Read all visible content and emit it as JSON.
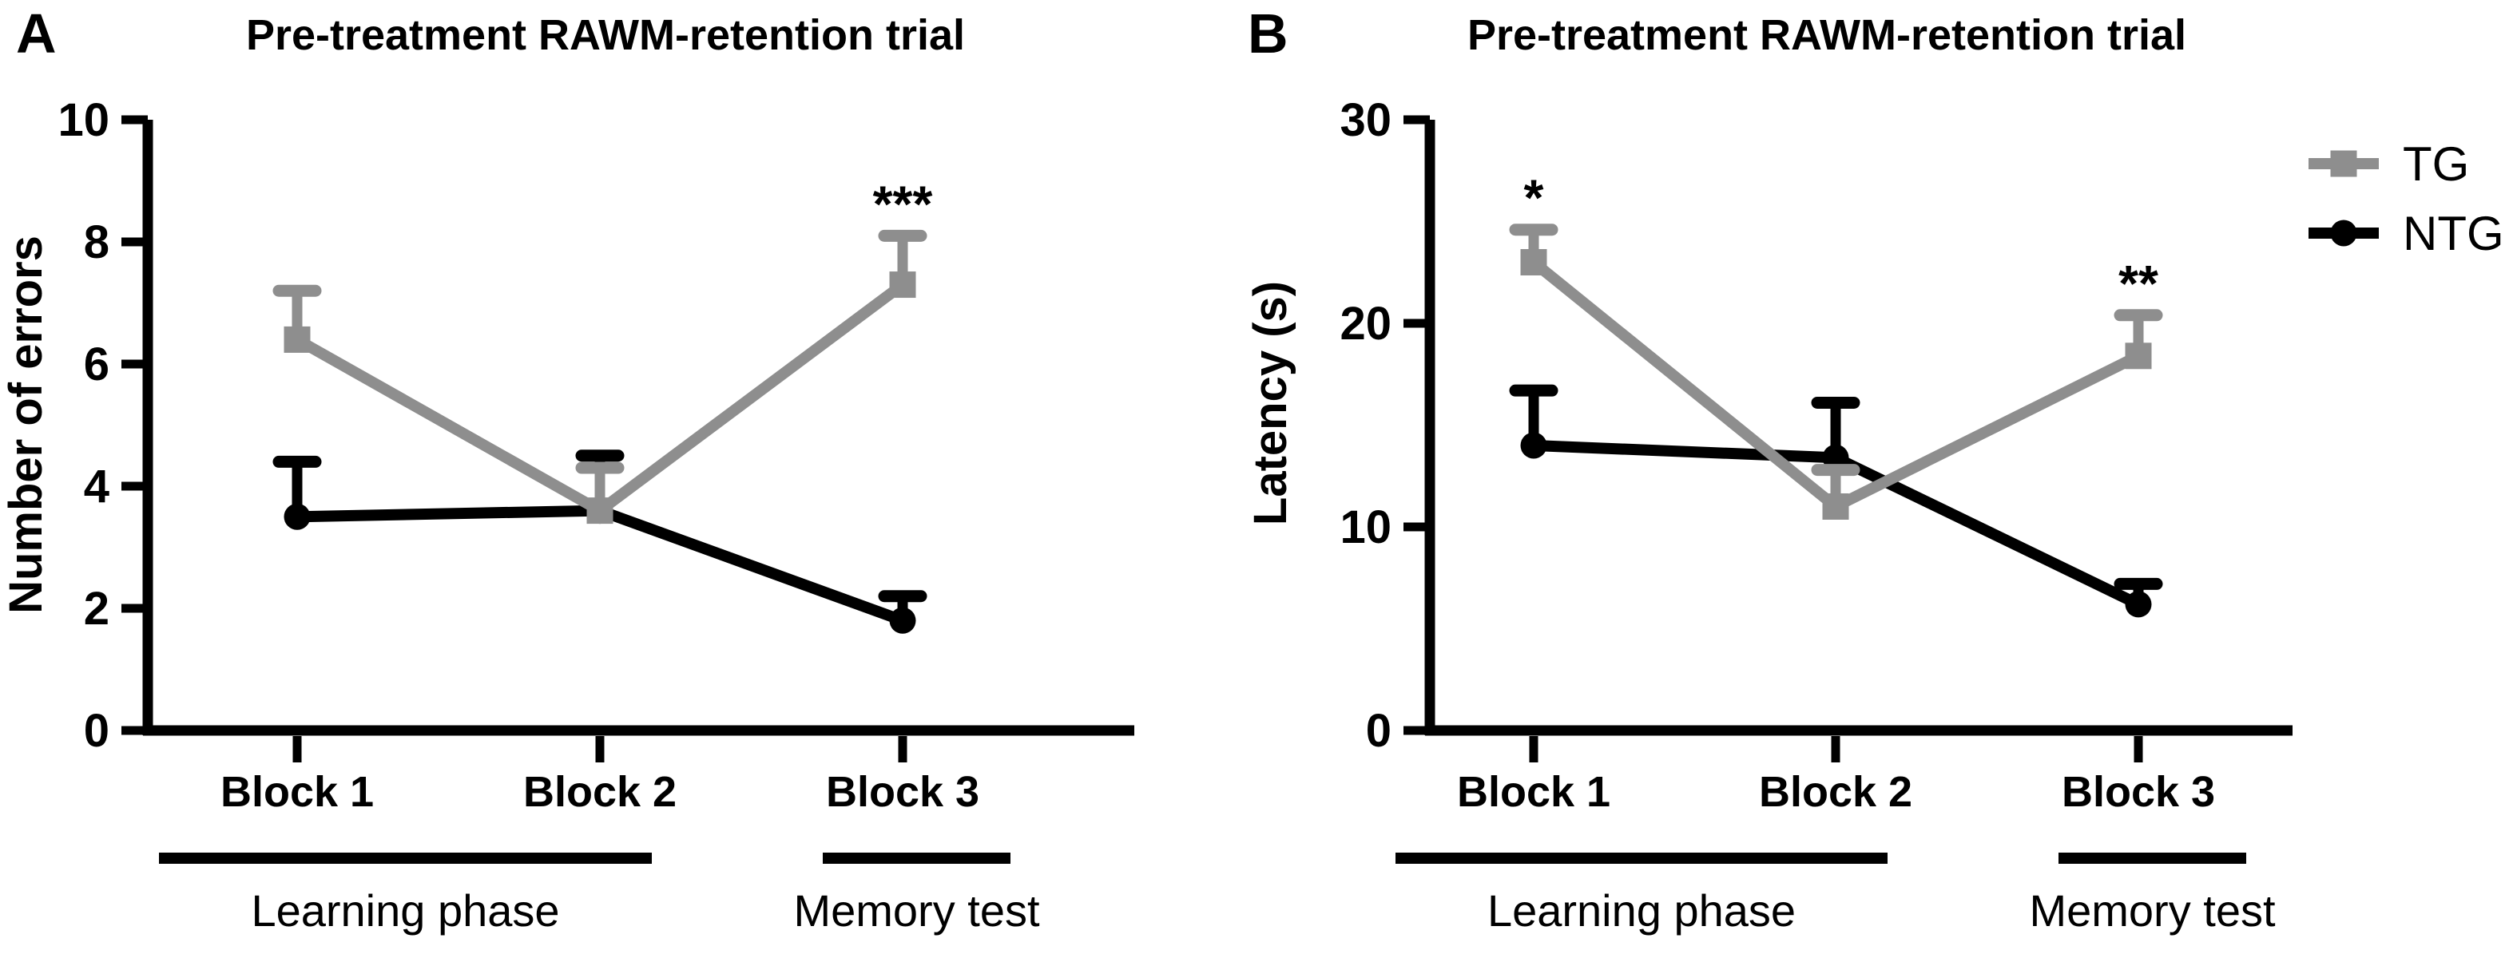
{
  "figure": {
    "background": "#ffffff",
    "text_color": "#000000"
  },
  "legend": {
    "position": "top-right",
    "entries": [
      {
        "label": "TG",
        "series": "TG"
      },
      {
        "label": "NTG",
        "series": "NTG"
      }
    ]
  },
  "chart_data": [
    {
      "type": "line",
      "panel_letter": "A",
      "title": "Pre-treatment RAWM-retention trial",
      "xlabel": "",
      "ylabel": "Number of errors",
      "ylim": [
        0,
        10
      ],
      "yticks": [
        0,
        2,
        4,
        6,
        8,
        10
      ],
      "categories": [
        "Block 1",
        "Block 2",
        "Block 3"
      ],
      "grid": false,
      "error_bars": "upper-only",
      "series": [
        {
          "name": "TG",
          "marker": "square",
          "color": "#8e8e8e",
          "values": [
            6.4,
            3.6,
            7.3
          ],
          "errors_up": [
            0.8,
            0.7,
            0.8
          ]
        },
        {
          "name": "NTG",
          "marker": "circle",
          "color": "#000000",
          "values": [
            3.5,
            3.6,
            1.8
          ],
          "errors_up": [
            0.9,
            0.9,
            0.4
          ]
        }
      ],
      "significance": [
        {
          "series": "TG",
          "category": "Block 3",
          "category_index": 2,
          "label": "***"
        }
      ],
      "phase_annotations": [
        {
          "label": "Learning phase",
          "from_category": "Block 1",
          "to_category": "Block 2",
          "from_index": 0,
          "to_index": 1
        },
        {
          "label": "Memory test",
          "from_category": "Block 3",
          "to_category": "Block 3",
          "from_index": 2,
          "to_index": 2
        }
      ]
    },
    {
      "type": "line",
      "panel_letter": "B",
      "title": "Pre-treatment RAWM-retention trial",
      "xlabel": "",
      "ylabel": "Latency (s)",
      "ylim": [
        0,
        30
      ],
      "yticks": [
        0,
        10,
        20,
        30
      ],
      "categories": [
        "Block 1",
        "Block 2",
        "Block 3"
      ],
      "grid": false,
      "error_bars": "upper-only",
      "series": [
        {
          "name": "TG",
          "marker": "square",
          "color": "#8e8e8e",
          "values": [
            23,
            11,
            18.4
          ],
          "errors_up": [
            1.6,
            1.8,
            2.0
          ]
        },
        {
          "name": "NTG",
          "marker": "circle",
          "color": "#000000",
          "values": [
            14,
            13.4,
            6.2
          ],
          "errors_up": [
            2.7,
            2.7,
            1.0
          ]
        }
      ],
      "significance": [
        {
          "series": "TG",
          "category": "Block 1",
          "category_index": 0,
          "label": "*"
        },
        {
          "series": "TG",
          "category": "Block 3",
          "category_index": 2,
          "label": "**"
        }
      ],
      "phase_annotations": [
        {
          "label": "Learning phase",
          "from_category": "Block 1",
          "to_category": "Block 2",
          "from_index": 0,
          "to_index": 1
        },
        {
          "label": "Memory test",
          "from_category": "Block 3",
          "to_category": "Block 3",
          "from_index": 2,
          "to_index": 2
        }
      ]
    }
  ]
}
